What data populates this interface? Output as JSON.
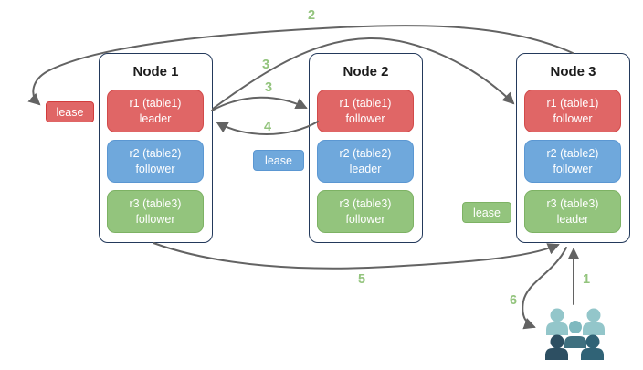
{
  "diagram": {
    "nodes": [
      {
        "title": "Node 1",
        "replicas": [
          {
            "label": "r1 (table1)",
            "role": "leader"
          },
          {
            "label": "r2 (table2)",
            "role": "follower"
          },
          {
            "label": "r3 (table3)",
            "role": "follower"
          }
        ]
      },
      {
        "title": "Node 2",
        "replicas": [
          {
            "label": "r1 (table1)",
            "role": "follower"
          },
          {
            "label": "r2 (table2)",
            "role": "leader"
          },
          {
            "label": "r3 (table3)",
            "role": "follower"
          }
        ]
      },
      {
        "title": "Node 3",
        "replicas": [
          {
            "label": "r1 (table1)",
            "role": "follower"
          },
          {
            "label": "r2 (table2)",
            "role": "follower"
          },
          {
            "label": "r3 (table3)",
            "role": "leader"
          }
        ]
      }
    ],
    "leases": {
      "red": "lease",
      "blue": "lease",
      "green": "lease"
    },
    "steps": {
      "s1": "1",
      "s2": "2",
      "s3a": "3",
      "s3b": "3",
      "s4": "4",
      "s5": "5",
      "s6": "6"
    },
    "icons": {
      "users": "users-icon"
    },
    "colors": {
      "replica_red": "#e06666",
      "replica_red_border": "#d24a4a",
      "replica_blue": "#6fa8dc",
      "replica_blue_border": "#5b97d2",
      "replica_green": "#93c47d",
      "replica_green_border": "#7db264",
      "node_border": "#23395b",
      "arrow": "#636363",
      "step_label": "#93c47d",
      "users_light": "#93c6ca",
      "users_mid_head": "#7fb9bf",
      "users_mid_body": "#3f707f",
      "users_dark_left": "#2d4f62",
      "users_dark_right": "#306376"
    }
  }
}
